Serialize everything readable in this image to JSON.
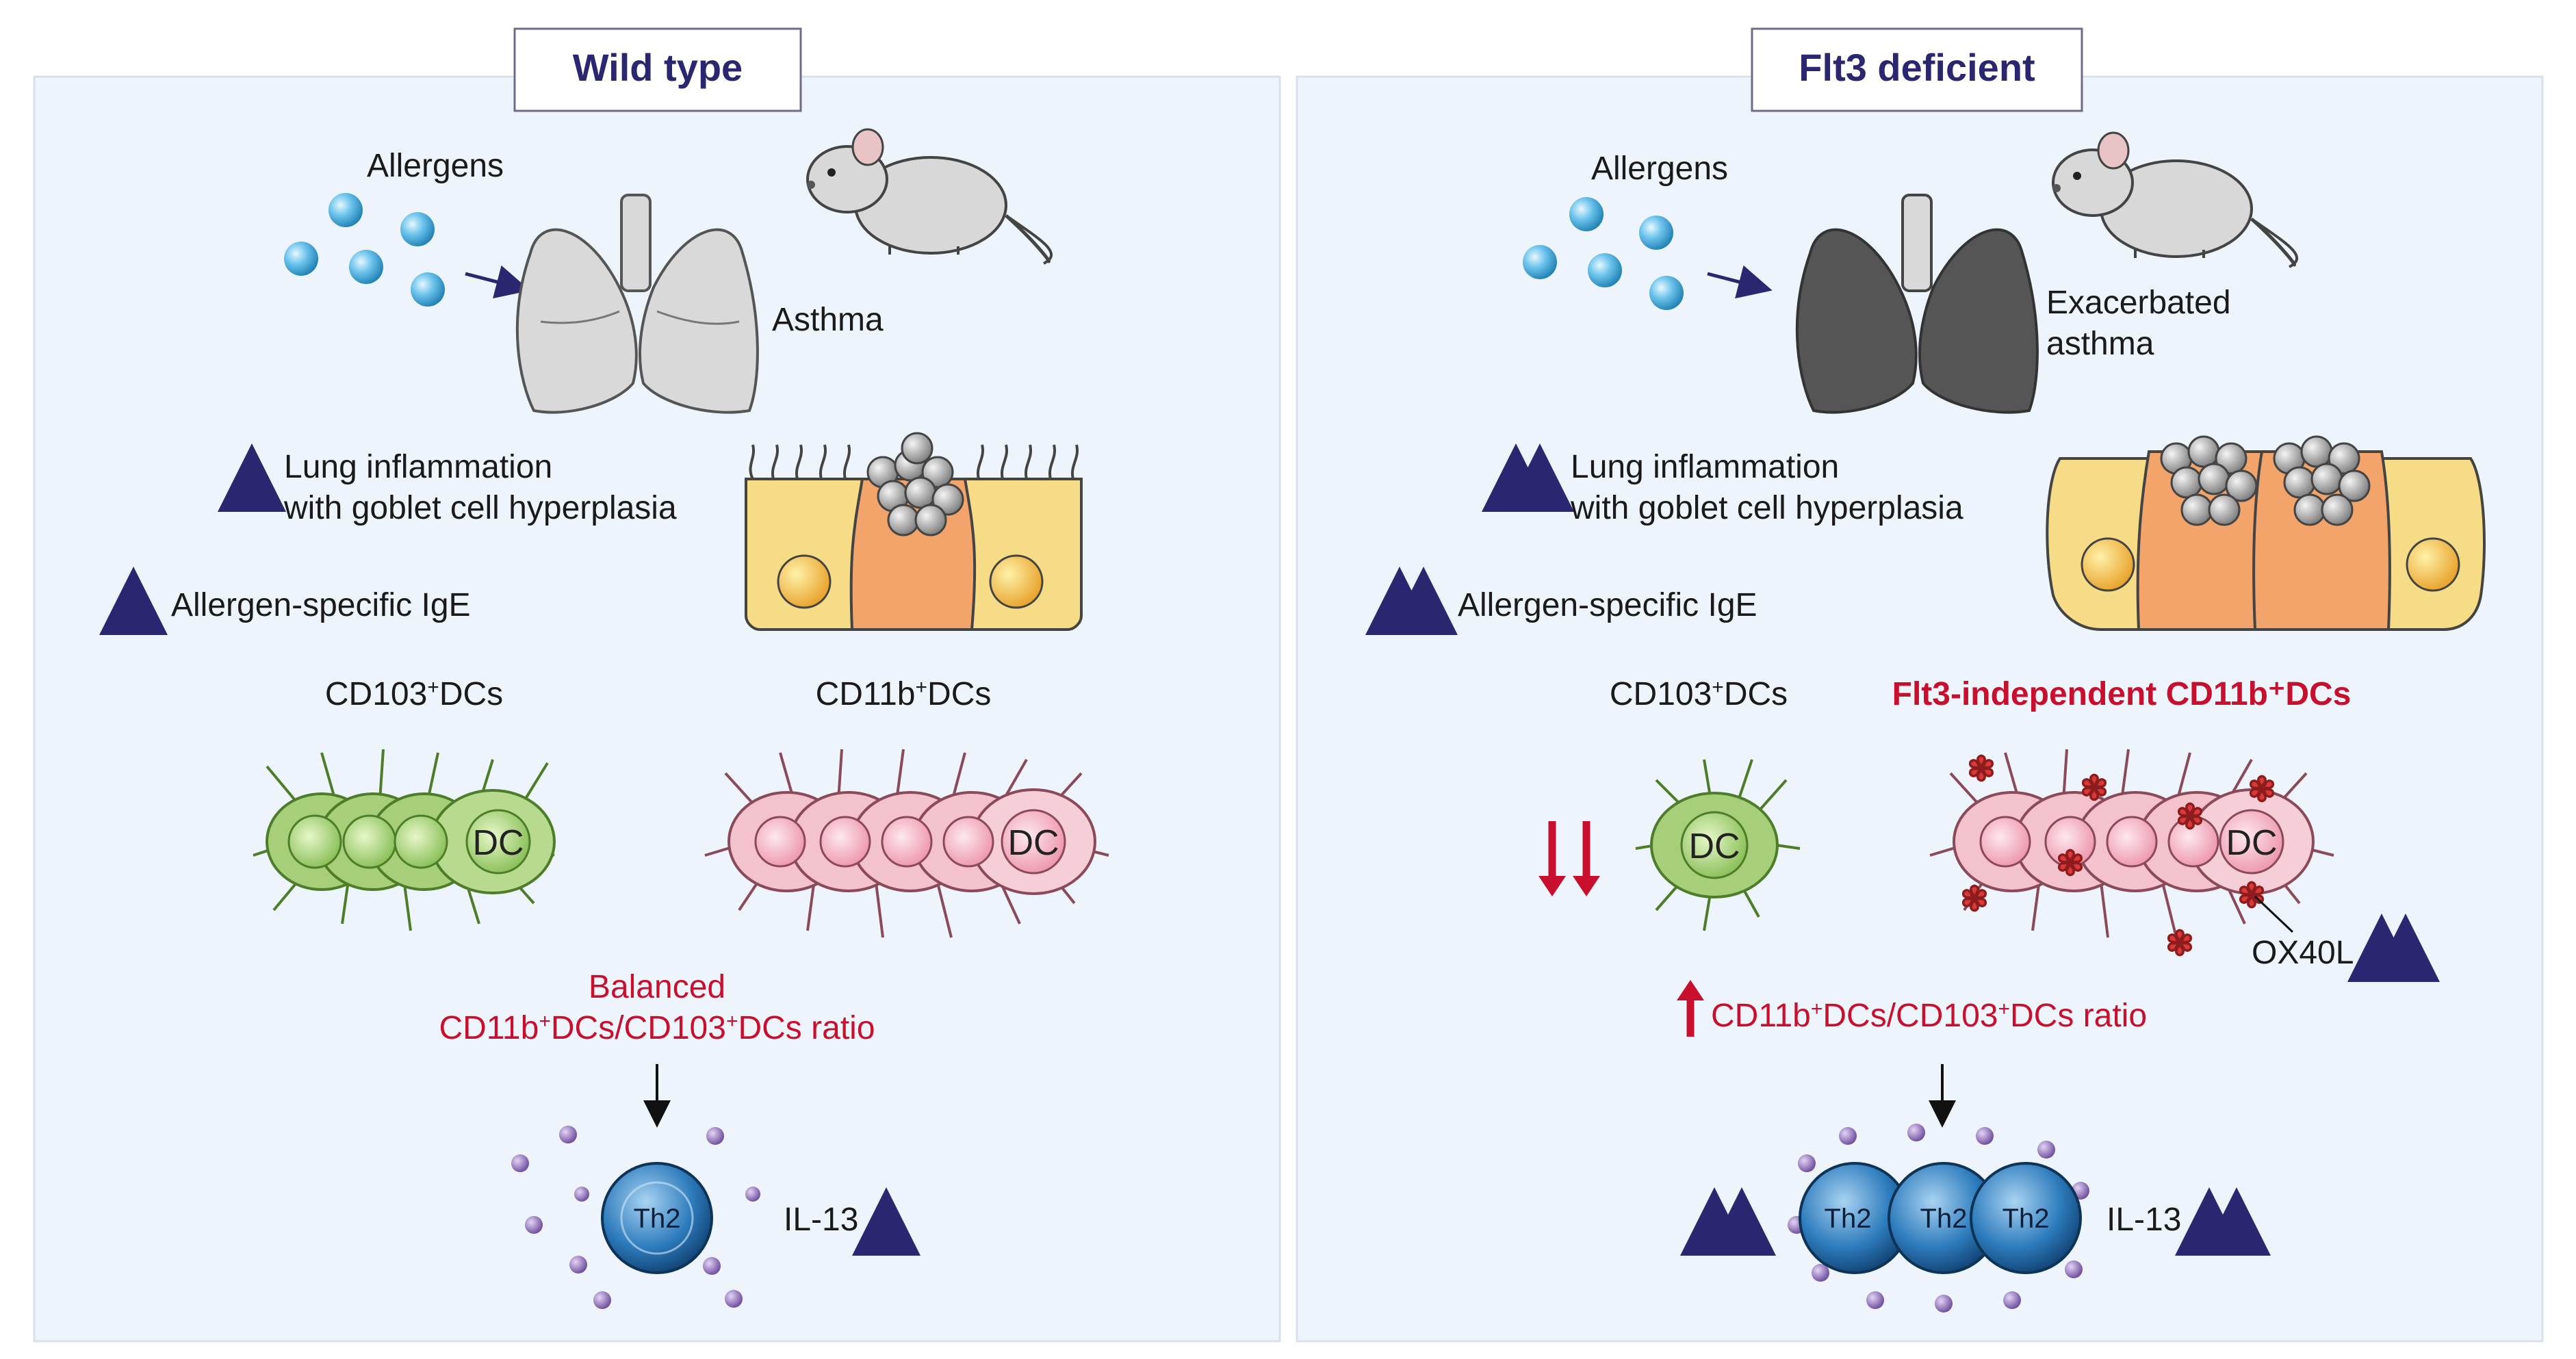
{
  "colors": {
    "panel_bg": "#edf4fb",
    "panel_border": "#d6dee8",
    "title_color": "#2b2670",
    "up_arrow": "#2b2670",
    "red": "#c8102e",
    "allergen_blue": "#37a6d8",
    "lung_light": "#d9d9d9",
    "lung_dark": "#555555",
    "goblet_yellow": "#f6dc86",
    "goblet_orange": "#f2a46a",
    "dc_green": "#a7cf7a",
    "dc_pink": "#f3c2cc",
    "th2_blue": "#2f78b5",
    "cytokine_purple": "#7a59a8",
    "ox40l_red": "#d83a3a"
  },
  "panels": {
    "left": {
      "title": "Wild type",
      "allergens": "Allergens",
      "outcome": "Asthma",
      "inflammation_line1": "Lung inflammation",
      "inflammation_line2": "with goblet cell hyperplasia",
      "ige": "Allergen-specific IgE",
      "cd103_pre": "CD103",
      "cd103_sup": "+",
      "cd103_post": "DCs",
      "cd11b_pre": "CD11b",
      "cd11b_sup": "+",
      "cd11b_post": "DCs",
      "dc_label": "DC",
      "balanced": "Balanced",
      "ratio_a": "CD11b",
      "ratio_sup1": "+",
      "ratio_b": "DCs/CD103",
      "ratio_sup2": "+",
      "ratio_c": "DCs ratio",
      "th2": "Th2",
      "il13": "IL-13"
    },
    "right": {
      "title": "Flt3 deficient",
      "allergens": "Allergens",
      "outcome_line1": "Exacerbated",
      "outcome_line2": "asthma",
      "inflammation_line1": "Lung inflammation",
      "inflammation_line2": "with goblet cell hyperplasia",
      "ige": "Allergen-specific IgE",
      "cd103_pre": "CD103",
      "cd103_sup": "+",
      "cd103_post": "DCs",
      "flt3_title": "Flt3-independent CD11b⁺DCs",
      "dc_label": "DC",
      "ox40l": "OX40L",
      "ratio_a": "CD11b",
      "ratio_sup1": "+",
      "ratio_b": "DCs/CD103",
      "ratio_sup2": "+",
      "ratio_c": "DCs ratio",
      "th2": "Th2",
      "il13": "IL-13"
    }
  }
}
